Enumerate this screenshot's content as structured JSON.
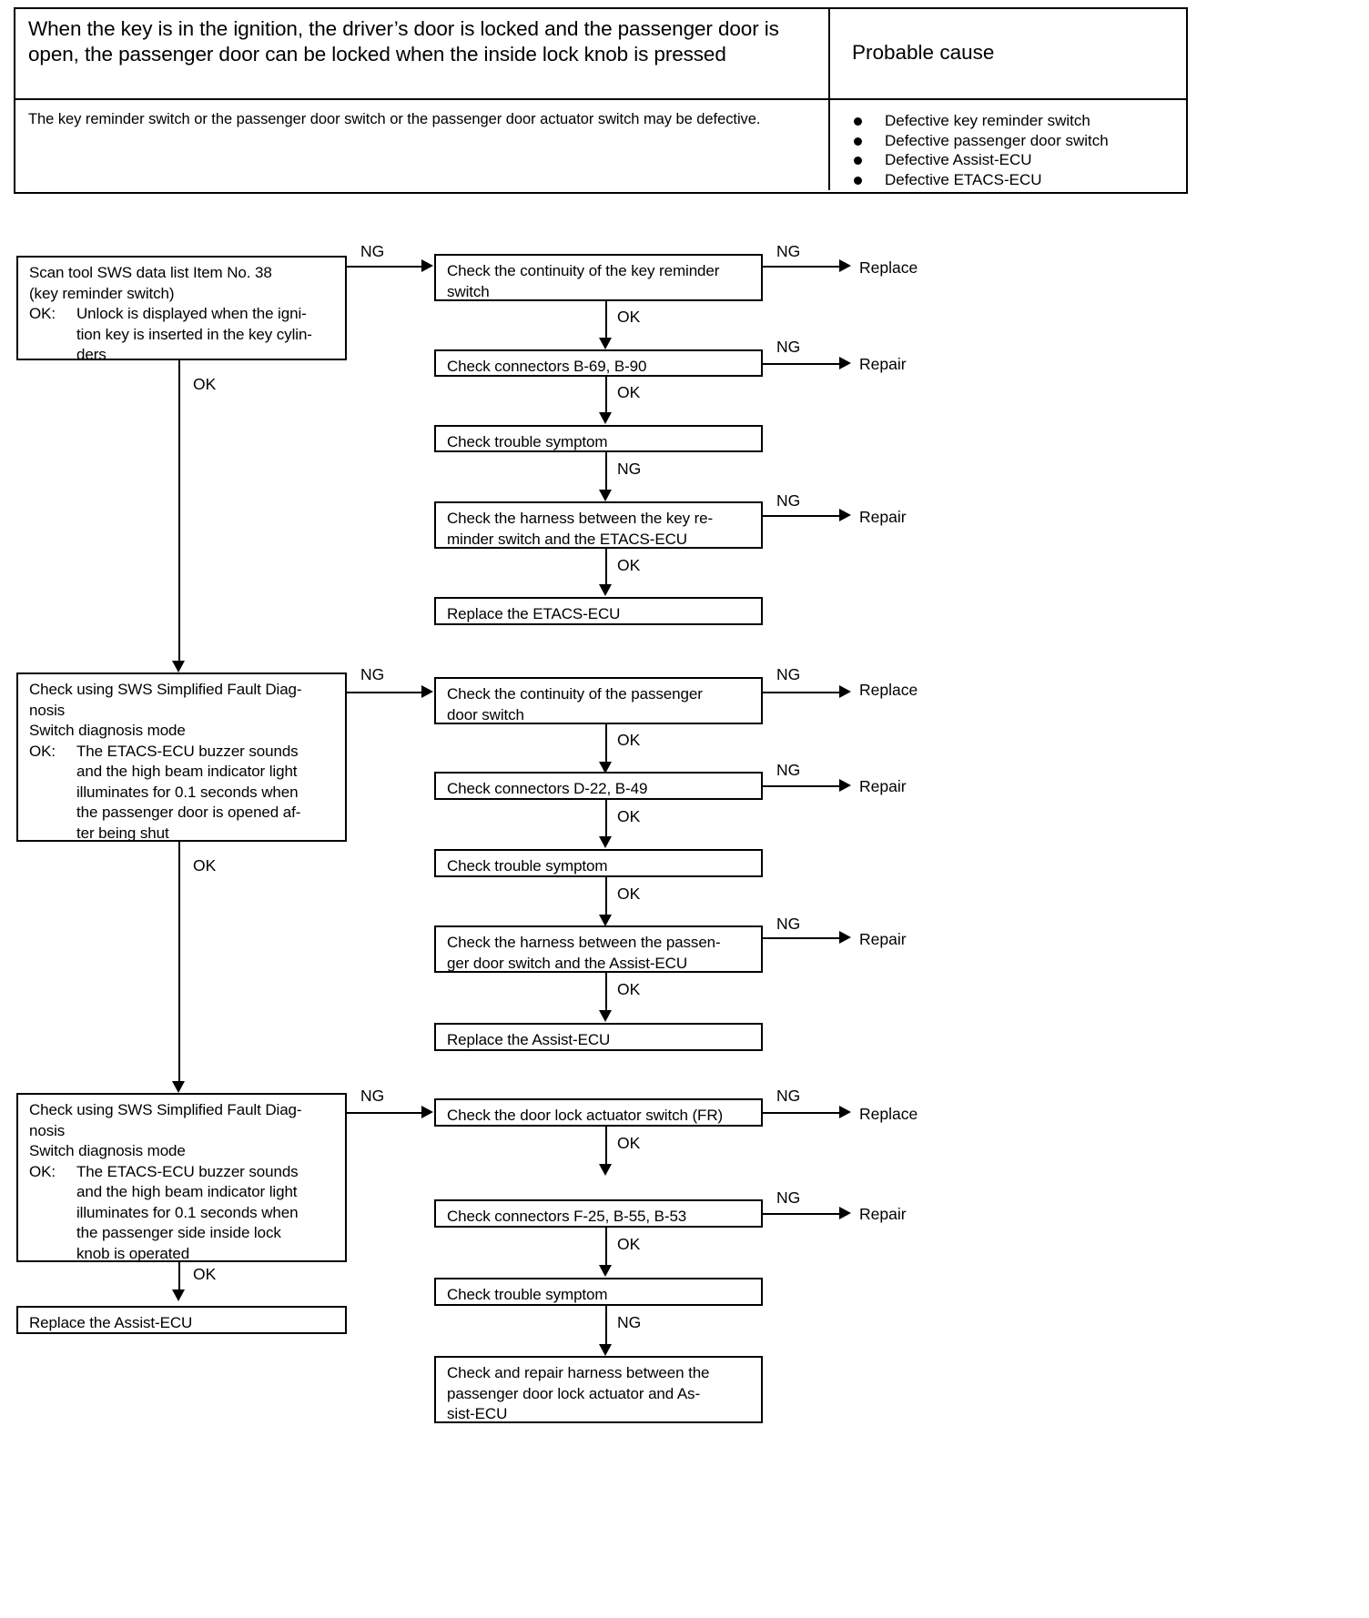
{
  "symptom_table": {
    "header_condition": "When the key is in the ignition, the driver’s door is locked and the passenger door is open, the passenger door can be locked when the inside lock knob is pressed",
    "header_cause": "Probable cause",
    "description": "The key reminder switch or the passenger door switch or the passenger door actuator switch may be defective.",
    "causes": [
      "Defective key reminder switch",
      "Defective passenger door switch",
      "Defective Assist-ECU",
      "Defective ETACS-ECU"
    ]
  },
  "labels": {
    "ng": "NG",
    "ok": "OK",
    "replace": "Replace",
    "repair": "Repair"
  },
  "flow": {
    "section1": {
      "start_line1": "Scan tool SWS data list Item No. 38",
      "start_line2": "(key reminder switch)",
      "start_ok_label": "OK:",
      "start_ok_text": "Unlock is displayed when the igni-\ntion key is inserted in the key cylin-\nders",
      "s1_box1": "Check the continuity of the key reminder\nswitch",
      "s1_box2": "Check connectors B-69, B-90",
      "s1_box3": "Check trouble symptom",
      "s1_box4": "Check the harness between the key re-\nminder switch and the ETACS-ECU",
      "s1_box5": "Replace the ETACS-ECU",
      "s1_t1": "Replace",
      "s1_t2": "Repair",
      "s1_t3": "Repair",
      "e_start_ng": "NG",
      "e_start_ok": "OK",
      "e1": "NG",
      "e2": "OK",
      "e3": "NG",
      "e4": "OK",
      "e5": "NG",
      "e6": "NG",
      "e7": "OK"
    },
    "section2": {
      "start_line1": "Check using SWS Simplified Fault Diag-",
      "start_line2": "nosis",
      "start_line3": "Switch diagnosis mode",
      "start_ok_label": "OK:",
      "start_ok_text": "The ETACS-ECU buzzer sounds\nand the high beam indicator light\nilluminates for 0.1 seconds when\nthe passenger door is opened af-\nter being shut",
      "s2_box1": "Check the continuity of the passenger\ndoor switch",
      "s2_box2": "Check connectors D-22, B-49",
      "s2_box3": "Check trouble symptom",
      "s2_box4": "Check the harness between the passen-\nger door switch and the Assist-ECU",
      "s2_box5": "Replace the Assist-ECU",
      "s2_t1": "Replace",
      "s2_t2": "Repair",
      "s2_t3": "Repair",
      "e_start_ng": "NG",
      "e_start_ok": "OK",
      "e1": "NG",
      "e2": "OK",
      "e3": "NG",
      "e4": "OK",
      "e5": "OK",
      "e6": "NG",
      "e7": "OK"
    },
    "section3": {
      "start_line1": "Check using SWS Simplified Fault Diag-",
      "start_line2": "nosis",
      "start_line3": "Switch diagnosis mode",
      "start_ok_label": "OK:",
      "start_ok_text": "The ETACS-ECU buzzer sounds\nand the high beam indicator light\nilluminates for 0.1 seconds when\nthe passenger side inside lock\nknob is operated",
      "final_left": "Replace the Assist-ECU",
      "s3_box1": "Check the door lock actuator switch (FR)",
      "s3_box2": "Check connectors F-25, B-55, B-53",
      "s3_box3": "Check trouble symptom",
      "s3_box4": "Check and repair harness between the\npassenger door lock actuator and As-\nsist-ECU",
      "s3_t1": "Replace",
      "s3_t2": "Repair",
      "e_start_ng": "NG",
      "e_start_ok": "OK",
      "e1": "NG",
      "e2": "OK",
      "e3": "NG",
      "e4": "OK",
      "e5": "NG"
    }
  }
}
